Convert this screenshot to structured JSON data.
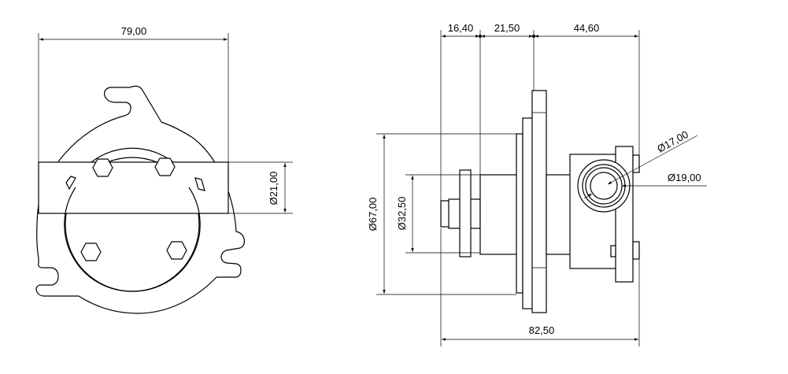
{
  "drawing": {
    "front_view": {
      "width_label": "79,00",
      "shaft_diameter_label": "Ø21,00"
    },
    "side_view": {
      "top_dims": [
        "16,40",
        "21,50",
        "44,60"
      ],
      "flange_diameter_label": "Ø67,00",
      "hub_diameter_label": "Ø32,50",
      "port_inner_label": "Ø17,00",
      "port_outer_label": "Ø19,00",
      "overall_length_label": "82,50"
    }
  }
}
